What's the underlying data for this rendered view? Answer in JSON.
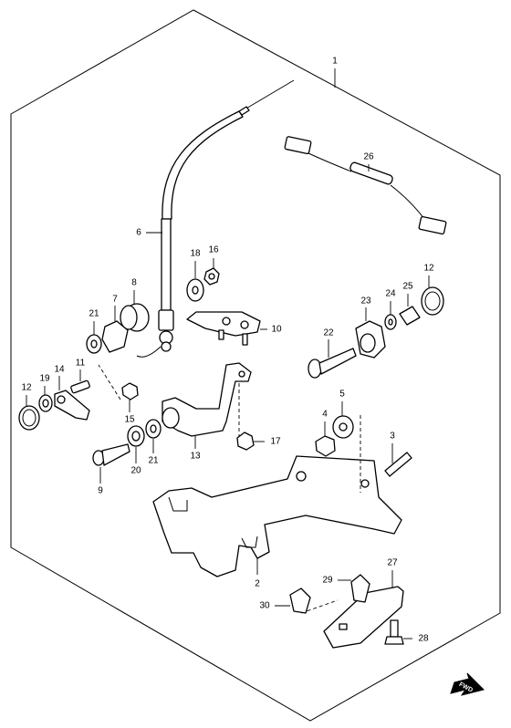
{
  "callouts": [
    {
      "id": "p1",
      "text": "1"
    },
    {
      "id": "p2",
      "text": "2"
    },
    {
      "id": "p3",
      "text": "3"
    },
    {
      "id": "p4",
      "text": "4"
    },
    {
      "id": "p5",
      "text": "5"
    },
    {
      "id": "p6",
      "text": "6"
    },
    {
      "id": "p7",
      "text": "7"
    },
    {
      "id": "p8",
      "text": "8"
    },
    {
      "id": "p9",
      "text": "9"
    },
    {
      "id": "p10",
      "text": "10"
    },
    {
      "id": "p11",
      "text": "11"
    },
    {
      "id": "p12a",
      "text": "12"
    },
    {
      "id": "p12b",
      "text": "12"
    },
    {
      "id": "p13",
      "text": "13"
    },
    {
      "id": "p14",
      "text": "14"
    },
    {
      "id": "p15",
      "text": "15"
    },
    {
      "id": "p16",
      "text": "16"
    },
    {
      "id": "p17",
      "text": "17"
    },
    {
      "id": "p18",
      "text": "18"
    },
    {
      "id": "p19",
      "text": "19"
    },
    {
      "id": "p20",
      "text": "20"
    },
    {
      "id": "p21a",
      "text": "21"
    },
    {
      "id": "p21b",
      "text": "21"
    },
    {
      "id": "p22",
      "text": "22"
    },
    {
      "id": "p23",
      "text": "23"
    },
    {
      "id": "p24",
      "text": "24"
    },
    {
      "id": "p25",
      "text": "25"
    },
    {
      "id": "p26",
      "text": "26"
    },
    {
      "id": "p27",
      "text": "27"
    },
    {
      "id": "p28",
      "text": "28"
    },
    {
      "id": "p29",
      "text": "29"
    },
    {
      "id": "p30",
      "text": "30"
    }
  ],
  "fwd_label": "FWD"
}
